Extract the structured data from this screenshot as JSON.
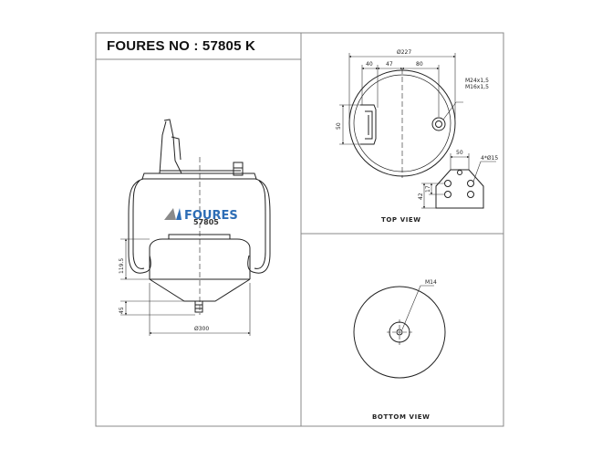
{
  "title": "FOURES NO : 57805 K",
  "logo": {
    "brand": "FOURES",
    "model": "57805",
    "accent_color": "#2d6db5",
    "gray_color": "#8a8a8a"
  },
  "colors": {
    "line": "#222222",
    "frame": "#888888"
  },
  "side_view": {
    "dims": {
      "height": "119.5",
      "piston": "45",
      "diameter": "Ø300"
    }
  },
  "top_view": {
    "label": "TOP VIEW",
    "dims": {
      "outer": "Ø227",
      "a": "40",
      "b": "47",
      "c": "80",
      "bolt1": "M24x1,5",
      "bolt2": "M16x1,5",
      "bracket_h": "50",
      "plate_w": "50",
      "holes": "4*Ø15",
      "plate_h1": "17",
      "plate_h2": "42"
    }
  },
  "bottom_view": {
    "label": "BOTTOM VIEW",
    "dims": {
      "thread": "M14"
    }
  }
}
